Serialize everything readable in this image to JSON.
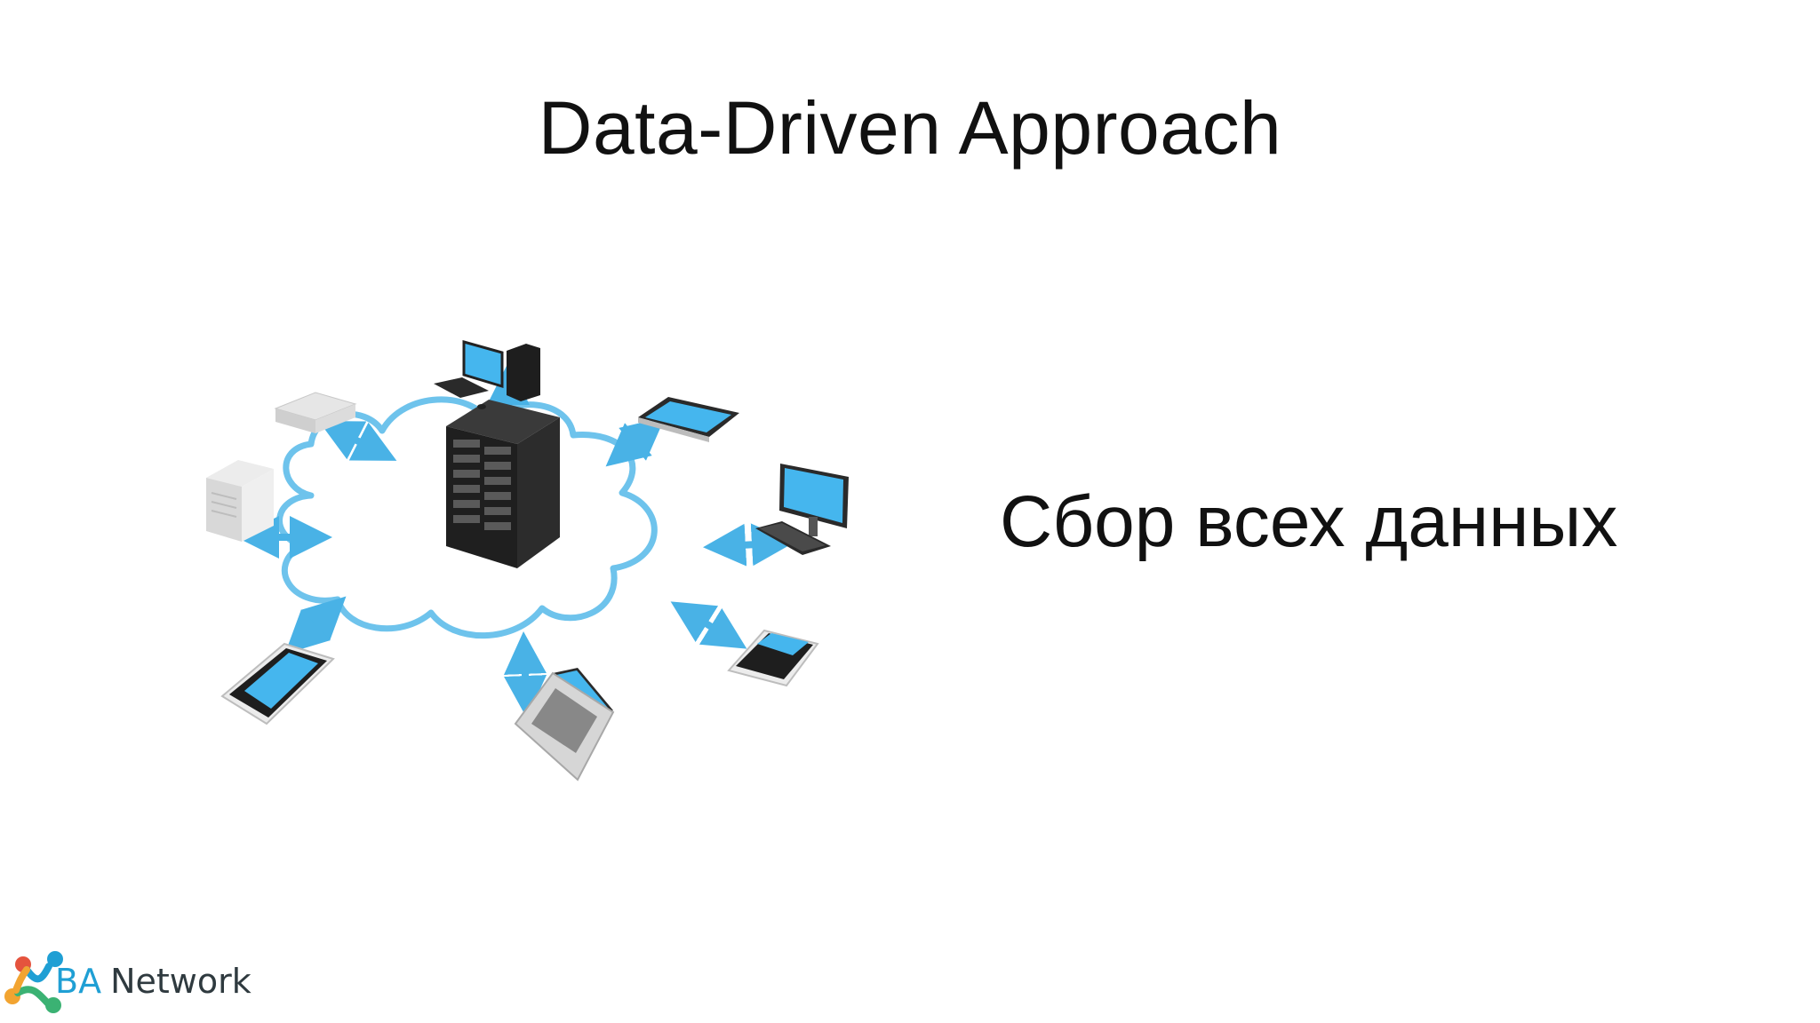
{
  "slide": {
    "title": "Data-Driven Approach",
    "subtitle": "Сбор всех данных"
  },
  "logo": {
    "ba": "BA",
    "network": "Network"
  },
  "colors": {
    "accent": "#3aa7de",
    "screen": "#45b6ee",
    "cloud_stroke": "#6ec3ec",
    "dark": "#1e1e1e"
  },
  "icons": [
    "server-rack-icon",
    "cloud-icon",
    "desktop-computer-icon",
    "tablet-icon",
    "monitor-keyboard-icon",
    "smartphone-keypad-icon",
    "laptop-icon",
    "smartphone-icon",
    "tower-server-icon",
    "flat-server-icon"
  ]
}
